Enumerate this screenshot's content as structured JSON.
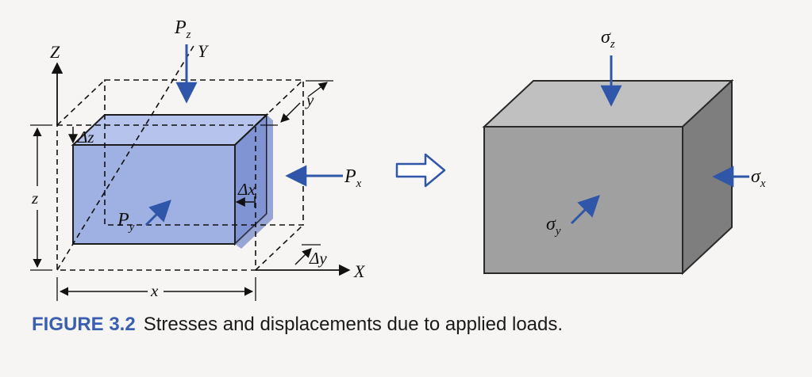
{
  "left_diagram": {
    "labels": {
      "z_axis": "Z",
      "y_axis": "Y",
      "x_axis": "X",
      "pz_main": "P",
      "pz_sub": "z",
      "px_main": "P",
      "px_sub": "x",
      "py_main": "P",
      "py_sub": "y",
      "delta_z": "Δz",
      "delta_x": "Δx",
      "delta_y": "Δy",
      "dim_z": "z",
      "dim_x": "x",
      "dim_y": "y"
    }
  },
  "right_diagram": {
    "labels": {
      "sz_main": "σ",
      "sz_sub": "z",
      "sx_main": "σ",
      "sx_sub": "x",
      "sy_main": "σ",
      "sy_sub": "y"
    }
  },
  "caption": {
    "figure_label": "FIGURE 3.2",
    "text": "Stresses and displacements due to applied loads."
  },
  "colors": {
    "block_blue": "#9fb0e2",
    "block_blue_top": "#b6c3ec",
    "block_blue_side": "#8093d3",
    "arrow_blue": "#2f56a8",
    "cube_front": "#a0a0a0",
    "cube_top": "#c0c0c0",
    "cube_side": "#7e7e7e",
    "caption_accent": "#3a5fb0"
  }
}
